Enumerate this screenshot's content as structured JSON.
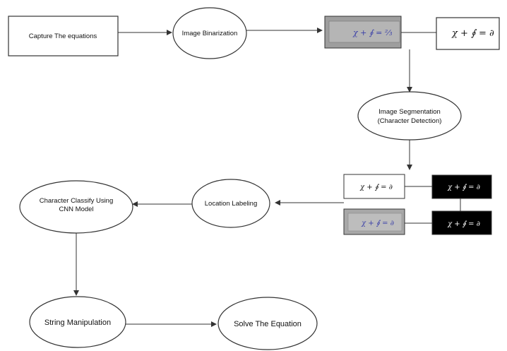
{
  "nodes": {
    "capture": "Capture The equations",
    "binarization": "Image Binarization",
    "segmentation_line1": "Image Segmentation",
    "segmentation_line2": "(Character Detection)",
    "location": "Location Labeling",
    "classify_line1": "Character Classify Using",
    "classify_line2": "CNN Model",
    "string": "String Manipulation",
    "solve": "Solve The Equation"
  },
  "equation_samples": {
    "grey_strip": "χ + ∮ = ⅔",
    "binary_box": "χ + ∮ = ∂",
    "seg_white": "χ + ∮ = ∂",
    "seg_black_top": "χ + ∮ = ∂",
    "seg_grey": "χ + ∮ = ∂",
    "seg_black_bottom": "χ + ∮ = ∂"
  },
  "colors": {
    "line": "#333333",
    "grey_image": "#9e9e9e",
    "black_image": "#000000",
    "ink_blue": "#3a3fa8"
  }
}
